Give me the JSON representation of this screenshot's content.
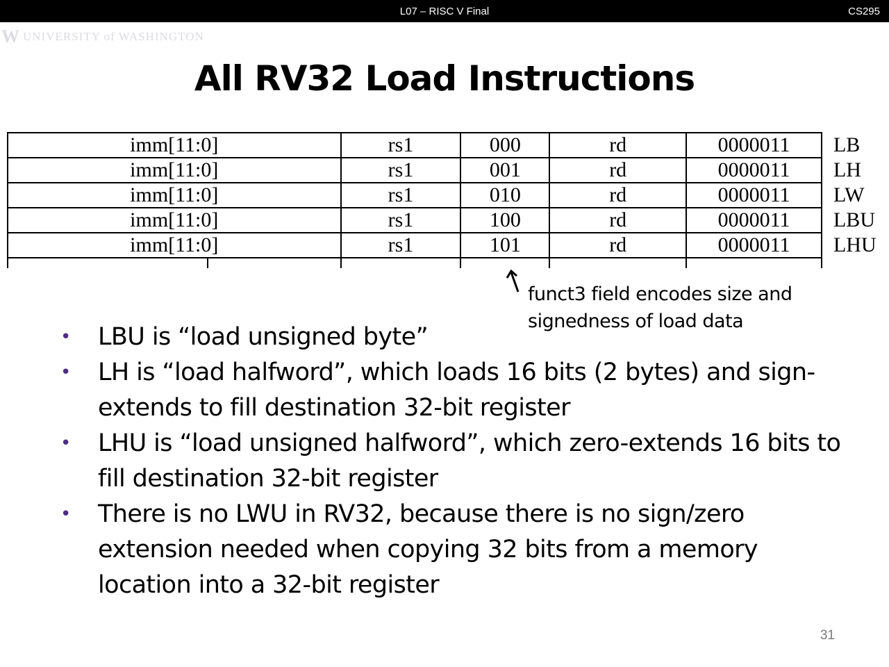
{
  "header": {
    "center_text": "L07 – RISC V Final",
    "right_text": "CS295"
  },
  "logo": {
    "mark": "W",
    "text": "UNIVERSITY of WASHINGTON"
  },
  "title": "All RV32 Load  Instructions",
  "encoding_table": {
    "rows": [
      {
        "imm": "imm[11:0]",
        "rs1": "rs1",
        "funct3": "000",
        "rd": "rd",
        "opcode": "0000011",
        "mnemonic": "LB"
      },
      {
        "imm": "imm[11:0]",
        "rs1": "rs1",
        "funct3": "001",
        "rd": "rd",
        "opcode": "0000011",
        "mnemonic": "LH"
      },
      {
        "imm": "imm[11:0]",
        "rs1": "rs1",
        "funct3": "010",
        "rd": "rd",
        "opcode": "0000011",
        "mnemonic": "LW"
      },
      {
        "imm": "imm[11:0]",
        "rs1": "rs1",
        "funct3": "100",
        "rd": "rd",
        "opcode": "0000011",
        "mnemonic": "LBU"
      },
      {
        "imm": "imm[11:0]",
        "rs1": "rs1",
        "funct3": "101",
        "rd": "rd",
        "opcode": "0000011",
        "mnemonic": "LHU"
      }
    ]
  },
  "annotation": {
    "line1": "funct3 field encodes size and",
    "line2": "signedness of load data"
  },
  "bullets": [
    "LBU is “load unsigned byte”",
    "LH is “load halfword”, which loads 16 bits (2 bytes) and sign-extends to fill destination 32-bit register",
    "LHU is “load unsigned halfword”, which zero-extends 16 bits to fill destination 32-bit register",
    "There is no LWU in RV32, because there is no sign/zero extension needed when copying 32 bits from a memory location into a 32-bit register"
  ],
  "page_number": "31",
  "colors": {
    "bullet": "#4b2e83",
    "topbar": "#000000"
  },
  "icons": {
    "bullet": "bullet-dot",
    "arrow": "up-arrow-icon"
  }
}
